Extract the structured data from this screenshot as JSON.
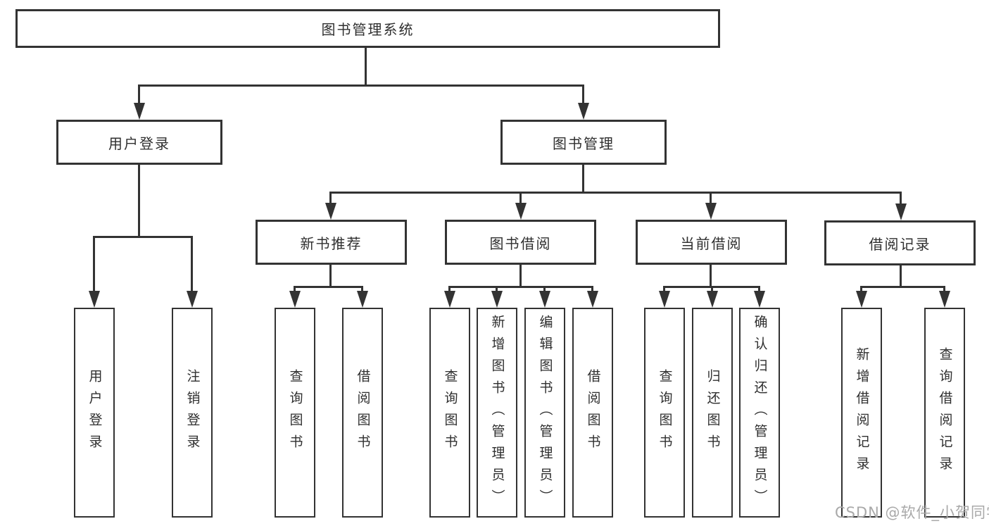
{
  "colors": {
    "line": "#333333",
    "text": "#2f2f2f",
    "watermark": "#a9a9a9",
    "background": "#ffffff"
  },
  "tree": {
    "root": {
      "label": "图书管理系统",
      "children": [
        {
          "label": "用户登录",
          "children": [
            {
              "label": "用户登录"
            },
            {
              "label": "注销登录"
            }
          ]
        },
        {
          "label": "图书管理",
          "children": [
            {
              "label": "新书推荐",
              "children": [
                {
                  "label": "查询图书"
                },
                {
                  "label": "借阅图书"
                }
              ]
            },
            {
              "label": "图书借阅",
              "children": [
                {
                  "label": "查询图书"
                },
                {
                  "label": "新增图书（管理员）"
                },
                {
                  "label": "编辑图书（管理员）"
                },
                {
                  "label": "借阅图书"
                }
              ]
            },
            {
              "label": "当前借阅",
              "children": [
                {
                  "label": "查询图书"
                },
                {
                  "label": "归还图书"
                },
                {
                  "label": "确认归还（管理员）"
                }
              ]
            },
            {
              "label": "借阅记录",
              "children": [
                {
                  "label": "新增借阅记录"
                },
                {
                  "label": "查询借阅记录"
                }
              ]
            }
          ]
        }
      ]
    }
  },
  "watermark": {
    "text": "CSDN @软件_小贺同学"
  }
}
